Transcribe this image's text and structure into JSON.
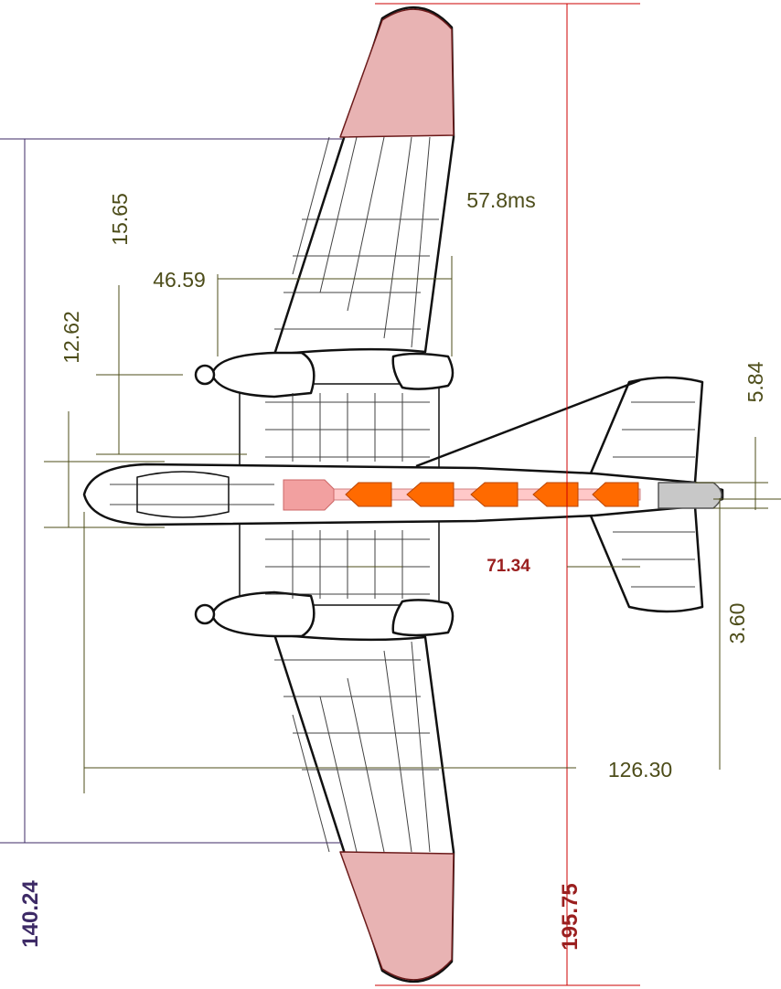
{
  "colors": {
    "olive": "#4d4d1a",
    "red": "#cc0000",
    "darkred": "#9a1f1f",
    "purple": "#3d2a66",
    "orange": "#ff6a00",
    "pink": "#f2a0a0",
    "lightpink": "#ffc8c8",
    "gray": "#c8c8c8",
    "redpanel": "#d9a0a0"
  },
  "dimensions": {
    "wingspan": "195.75",
    "overall_length": "140.24",
    "tailplane_to_nose": "126.30",
    "bay_length": "71.34",
    "tail_span": "57.8ms",
    "nacelle_offset": "46.59",
    "wing_root_chord": "15.65",
    "nacelle_width": "12.62",
    "tail_height": "5.84",
    "tail_cone": "3.60"
  }
}
